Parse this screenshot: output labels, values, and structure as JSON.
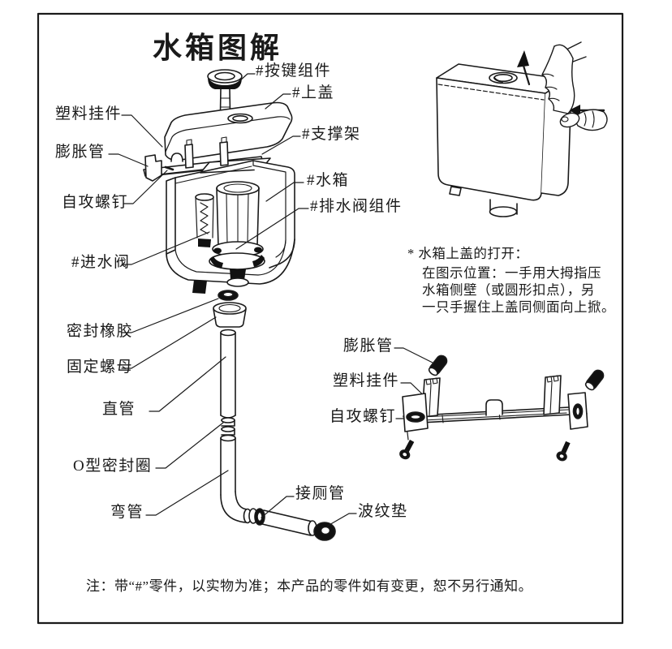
{
  "title": "水箱图解",
  "labels": {
    "button_assembly": "#按键组件",
    "top_cover": "#上盖",
    "plastic_hanger_left": "塑料挂件",
    "support_frame": "#支撑架",
    "expansion_tube_left": "膨胀管",
    "self_tapping_screw_left": "自攻螺钉",
    "tank": "#水箱",
    "drain_valve_assembly": "#排水阀组件",
    "inlet_valve": "#进水阀",
    "sealing_rubber": "密封橡胶",
    "fixing_nut": "固定螺母",
    "straight_tube": "直管",
    "o_ring": "O型密封圈",
    "bend_tube": "弯管",
    "toilet_pipe": "接厕管",
    "corrugated_washer": "波纹垫",
    "expansion_tube_right": "膨胀管",
    "plastic_hanger_right": "塑料挂件",
    "self_tapping_screw_right": "自攻螺钉"
  },
  "note": {
    "line1": "* 水箱上盖的打开：",
    "line2": "在图示位置：一手用大拇指压",
    "line3": "水箱侧壁（或圆形扣点），另",
    "line4": "一只手握住上盖同侧面向上掀。"
  },
  "footer": "注：带“#”零件，以实物为准；本产品的零件如有变更，恕不另行通知。",
  "colors": {
    "ink": "#1a1a1a"
  }
}
